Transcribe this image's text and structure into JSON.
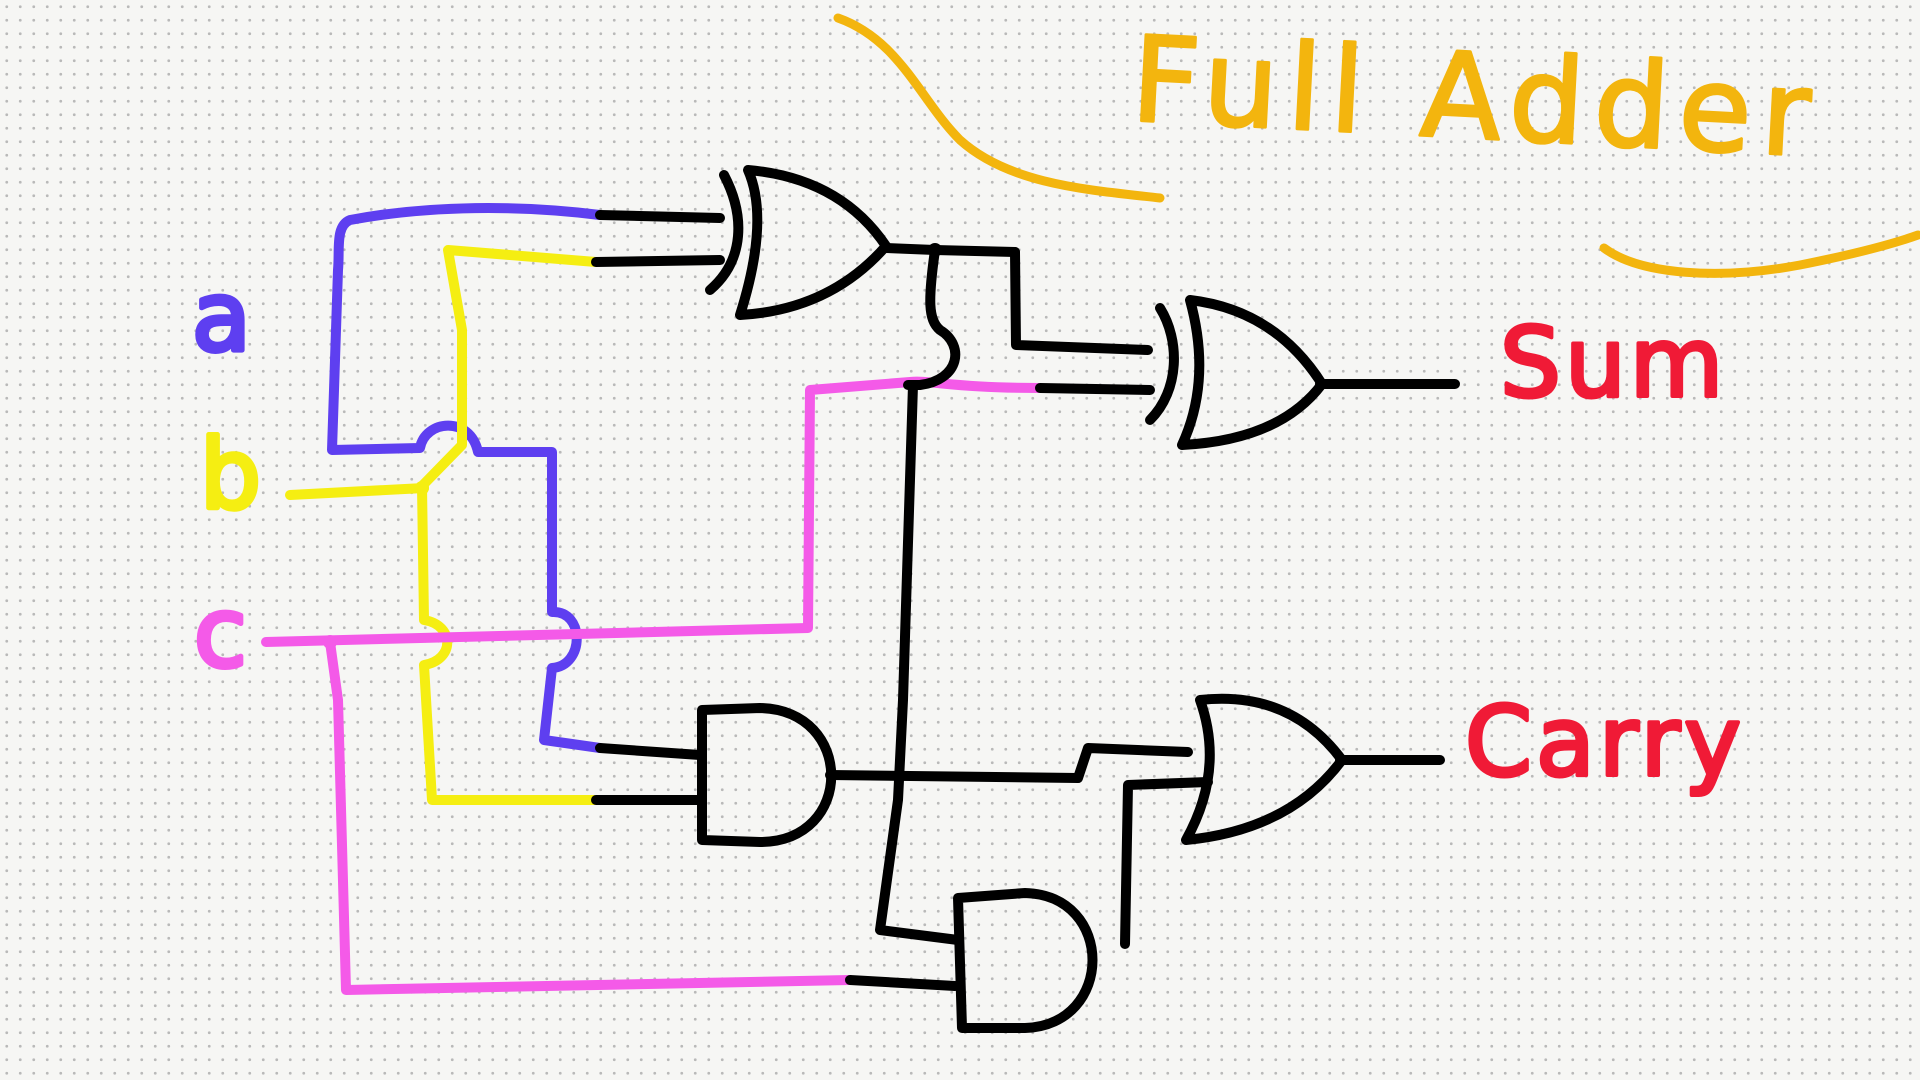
{
  "title": "Full Adder",
  "inputs": {
    "a": "a",
    "b": "b",
    "c": "c"
  },
  "outputs": {
    "sum": "Sum",
    "carry": "Carry"
  },
  "gates": [
    {
      "id": "xor1",
      "type": "XOR",
      "inputs": [
        "a",
        "b"
      ]
    },
    {
      "id": "xor2",
      "type": "XOR",
      "inputs": [
        "xor1",
        "c"
      ],
      "output": "Sum"
    },
    {
      "id": "and1",
      "type": "AND",
      "inputs": [
        "a",
        "b"
      ]
    },
    {
      "id": "and2",
      "type": "AND",
      "inputs": [
        "xor1",
        "c"
      ]
    },
    {
      "id": "or1",
      "type": "OR",
      "inputs": [
        "and1",
        "and2"
      ],
      "output": "Carry"
    }
  ],
  "colors": {
    "a": "#5e3ff0",
    "b": "#f5ee12",
    "c": "#f45ae8",
    "gate": "#000000",
    "title": "#f3b50e",
    "output_label": "#f01a36",
    "background": "#f6f6f4"
  }
}
